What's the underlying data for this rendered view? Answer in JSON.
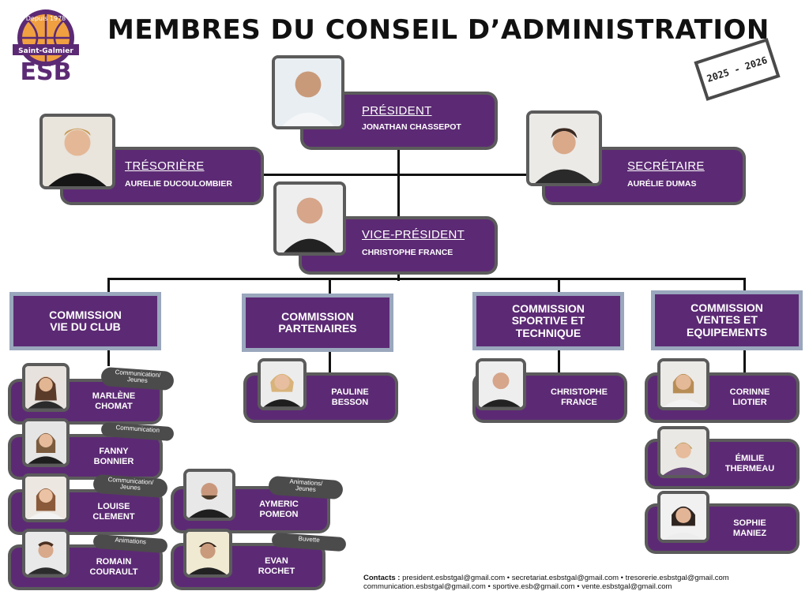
{
  "logo": {
    "top_text": "Depuis 1978",
    "ribbon_text": "Saint-Galmier",
    "letters": "ESB"
  },
  "title": "MEMBRES DU CONSEIL D’ADMINISTRATION",
  "year_badge": "2025 - 2026",
  "officers": {
    "president": {
      "role": "PRÉSIDENT",
      "name": "JONATHAN CHASSEPOT"
    },
    "tresoriere": {
      "role": "TRÉSORIÈRE",
      "name": "AURELIE DUCOULOMBIER"
    },
    "secretaire": {
      "role": "SECRÉTAIRE",
      "name": "AURÉLIE DUMAS"
    },
    "vice_president": {
      "role": "VICE-PRÉSIDENT",
      "name": "CHRISTOPHE FRANCE"
    }
  },
  "commissions": [
    {
      "label": "COMMISSION\nVIE DU CLUB"
    },
    {
      "label": "COMMISSION\nPARTENAIRES"
    },
    {
      "label": "COMMISSION\nSPORTIVE ET\nTECHNIQUE"
    },
    {
      "label": "COMMISSION\nVENTES ET\nEQUIPEMENTS"
    }
  ],
  "members": {
    "vie_du_club": [
      {
        "name": "MARLÈNE\nCHOMAT",
        "tag": "Communication/\nJeunes"
      },
      {
        "name": "FANNY\nBONNIER",
        "tag": "Communication"
      },
      {
        "name": "LOUISE\nCLEMENT",
        "tag": "Communication/\nJeunes"
      },
      {
        "name": "ROMAIN\nCOURAULT",
        "tag": "Animations"
      }
    ],
    "vie_du_club_col2": [
      {
        "name": "AYMERIC\nPOMEON",
        "tag": "Animations/\nJeunes"
      },
      {
        "name": "EVAN\nROCHET",
        "tag": "Buvette"
      }
    ],
    "partenaires": [
      {
        "name": "PAULINE\nBESSON"
      }
    ],
    "sportive": [
      {
        "name": "CHRISTOPHE\nFRANCE"
      }
    ],
    "ventes": [
      {
        "name": "CORINNE\nLIOTIER"
      },
      {
        "name": "ÉMILIE\nTHERMEAU"
      },
      {
        "name": "SOPHIE\nMANIEZ"
      }
    ]
  },
  "contacts": {
    "label": "Contacts :",
    "line1": "president.esbstgal@gmail.com • secretariat.esbstgal@gmail.com • tresorerie.esbstgal@gmail.com",
    "line2": "communication.esbstgal@gmail.com • sportive.esb@gmail.com •  vente.esbstgal@gmail.com"
  }
}
